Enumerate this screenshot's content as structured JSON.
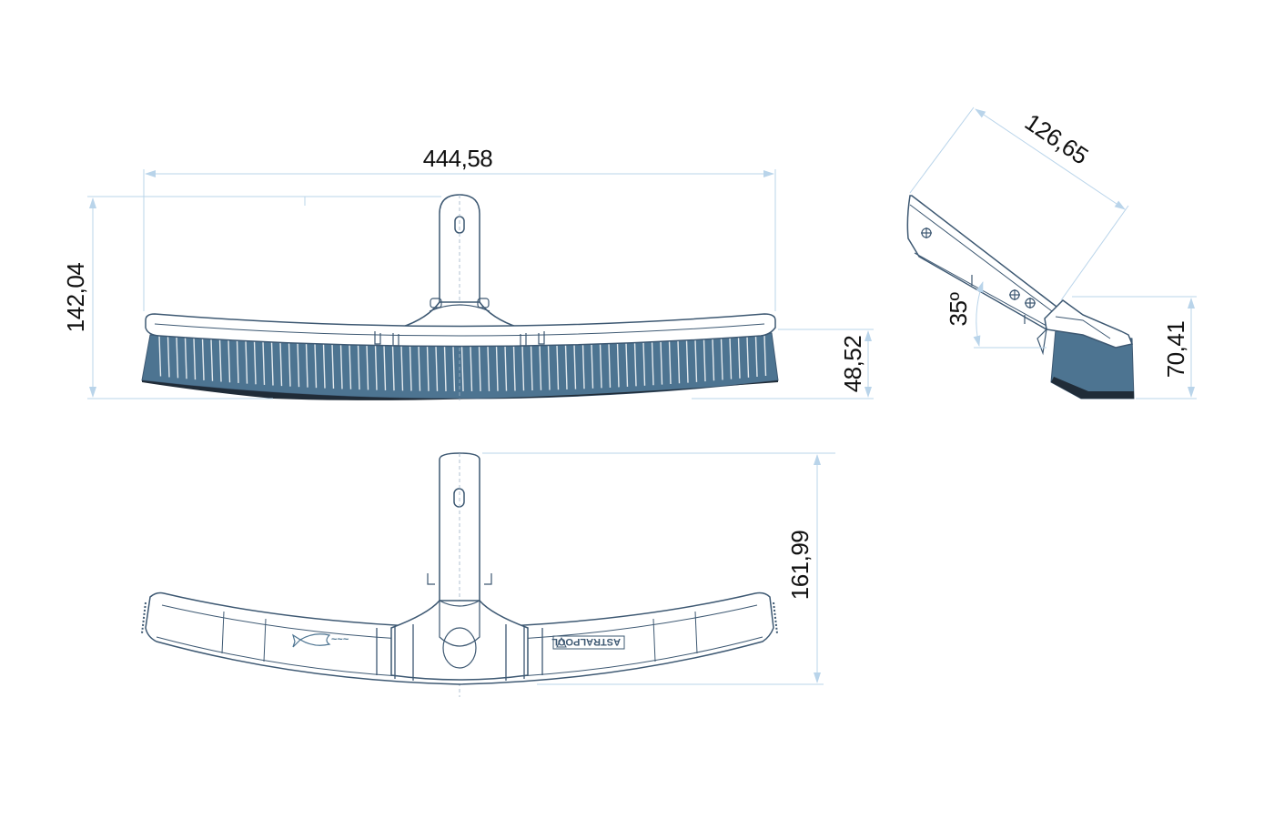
{
  "colors": {
    "outline": "#3d5872",
    "dimension": "#b9d4ea",
    "bristle": "#4d7491",
    "bristle_dark": "#202c38",
    "text": "#111111"
  },
  "dimensions": {
    "width": "444,58",
    "front_height": "142,04",
    "bristle_height": "48,52",
    "top_depth": "161,99",
    "side_length": "126,65",
    "side_angle": "35º",
    "side_height": "70,41"
  },
  "brand": {
    "logo_text": "ASTRALPOOL"
  }
}
